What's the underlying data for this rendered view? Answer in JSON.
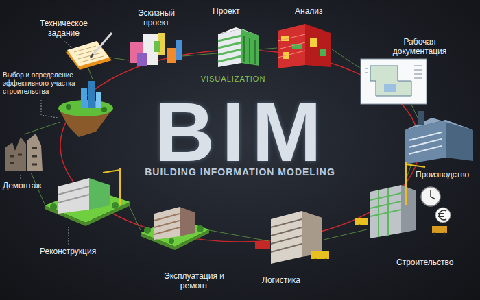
{
  "diagram": {
    "title": "BIM",
    "labels": [
      "Техническое задание",
      "Эскизный проект",
      "Проект",
      "Анализ",
      "Выбор и определение эффективного участка строительства",
      "VISUALIZATION",
      "Рабочая документация",
      "BUILDING INFORMATION MODELING",
      "Производство",
      "Демонтаж",
      "Реконструкция",
      "Строительство",
      "Эксплуатация и ремонт",
      "Логистика"
    ]
  }
}
